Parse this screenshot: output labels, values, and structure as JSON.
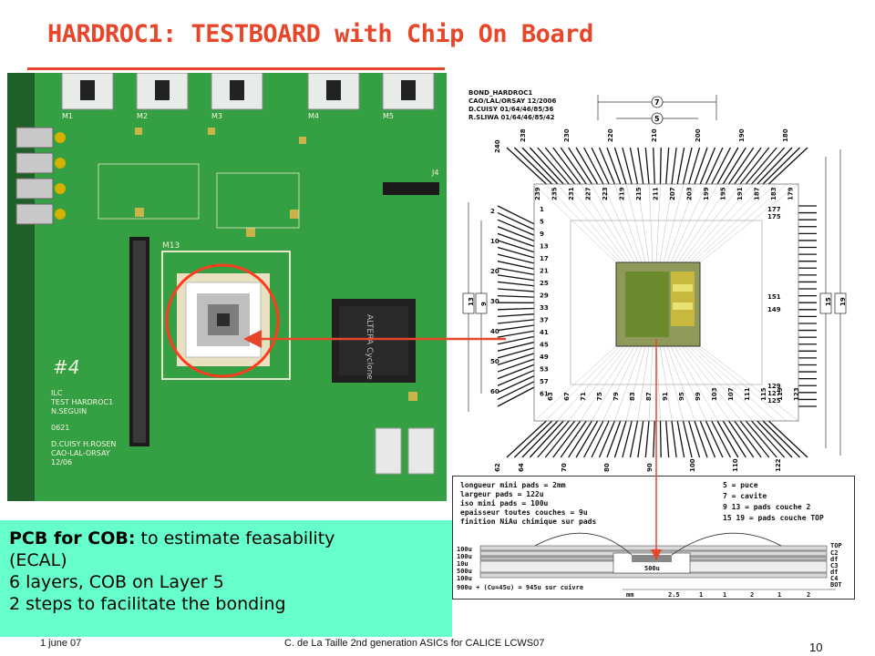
{
  "slide": {
    "title": "HARDROC1: TESTBOARD with Chip On Board",
    "page_number": "10"
  },
  "footer": {
    "date": "1 june 07",
    "center": "C. de La Taille   2nd generation ASICs  for CALICE   LCWS07"
  },
  "caption": {
    "line1_bold": "PCB for COB:",
    "line1_rest": " to estimate feasability",
    "line2": "(ECAL)",
    "line3": "6 layers, COB on Layer 5",
    "line4": "2 steps to facilitate the bonding"
  },
  "board_photo": {
    "silkscreen": [
      "ILC",
      "TEST HARDROC1",
      "N.SEGUIN",
      "0621",
      "D.CUISY H.ROSEN",
      "CAO-LAL-ORSAY",
      "12/06"
    ],
    "fpga_label": "ALTERA Cyclone",
    "handwritten": "#4",
    "connector_label": "J4",
    "module_label": "M13",
    "mezz_labels": [
      "M1",
      "M2",
      "M3",
      "M4",
      "M5"
    ],
    "colors": {
      "pcb": "#2f8f3a",
      "highlight": "#ff3b1f"
    }
  },
  "bond_drawing": {
    "header": [
      "BOND_HARDROC1",
      "CAO/LAL/ORSAY   12/2006",
      "D.CUISY 01/64/46/85/36",
      "R.SLIWA 01/64/46/85/42"
    ],
    "top_numbers": [
      "238",
      "230",
      "220",
      "210",
      "200",
      "190",
      "180"
    ],
    "top_inner": [
      "239",
      "235",
      "231",
      "227",
      "223",
      "219",
      "215",
      "211",
      "207",
      "203",
      "199",
      "195",
      "191",
      "187",
      "183",
      "179"
    ],
    "left_numbers": [
      "1",
      "5",
      "9",
      "13",
      "17",
      "21",
      "25",
      "29",
      "33",
      "37",
      "41",
      "45",
      "49",
      "53",
      "57",
      "61"
    ],
    "left_outer": [
      "2",
      "10",
      "20",
      "30",
      "40",
      "50",
      "60"
    ],
    "bottom_numbers": [
      "63",
      "67",
      "71",
      "75",
      "79",
      "83",
      "87",
      "91",
      "95",
      "99",
      "103",
      "107",
      "111",
      "115",
      "119",
      "123"
    ],
    "bottom_outer": [
      "64",
      "70",
      "80",
      "90",
      "100",
      "110",
      "122"
    ],
    "right_numbers": [
      "177",
      "175",
      "151",
      "149",
      "129",
      "127",
      "125"
    ],
    "corner_numbers": [
      "240",
      "62"
    ],
    "dim_top": [
      "7",
      "5"
    ],
    "dim_left": [
      "13",
      "9"
    ],
    "dim_right": [
      "15",
      "19"
    ]
  },
  "specs_block": {
    "lines": [
      "longueur mini pads = 2mm",
      "largeur pads = 122u",
      "iso mini pads = 100u",
      "epaisseur toutes couches = 9u",
      "finition NiAu chimique sur pads"
    ],
    "legend": [
      "5 = puce",
      "7 = cavite",
      "9  13 = pads couche 2",
      "15  19 = pads couche TOP"
    ],
    "layers": [
      "100u",
      "100u",
      "10u",
      "500u",
      "100u",
      "900u + (Cu=45u) = 945u sur cuivre"
    ],
    "side_labels": [
      "TOP",
      "C2",
      "df",
      "C3",
      "df",
      "C4",
      "BOT"
    ],
    "cavity_label": "500u",
    "scale_labels": [
      "mm",
      "2.5",
      "1",
      "1",
      "2",
      "1",
      "2"
    ]
  }
}
